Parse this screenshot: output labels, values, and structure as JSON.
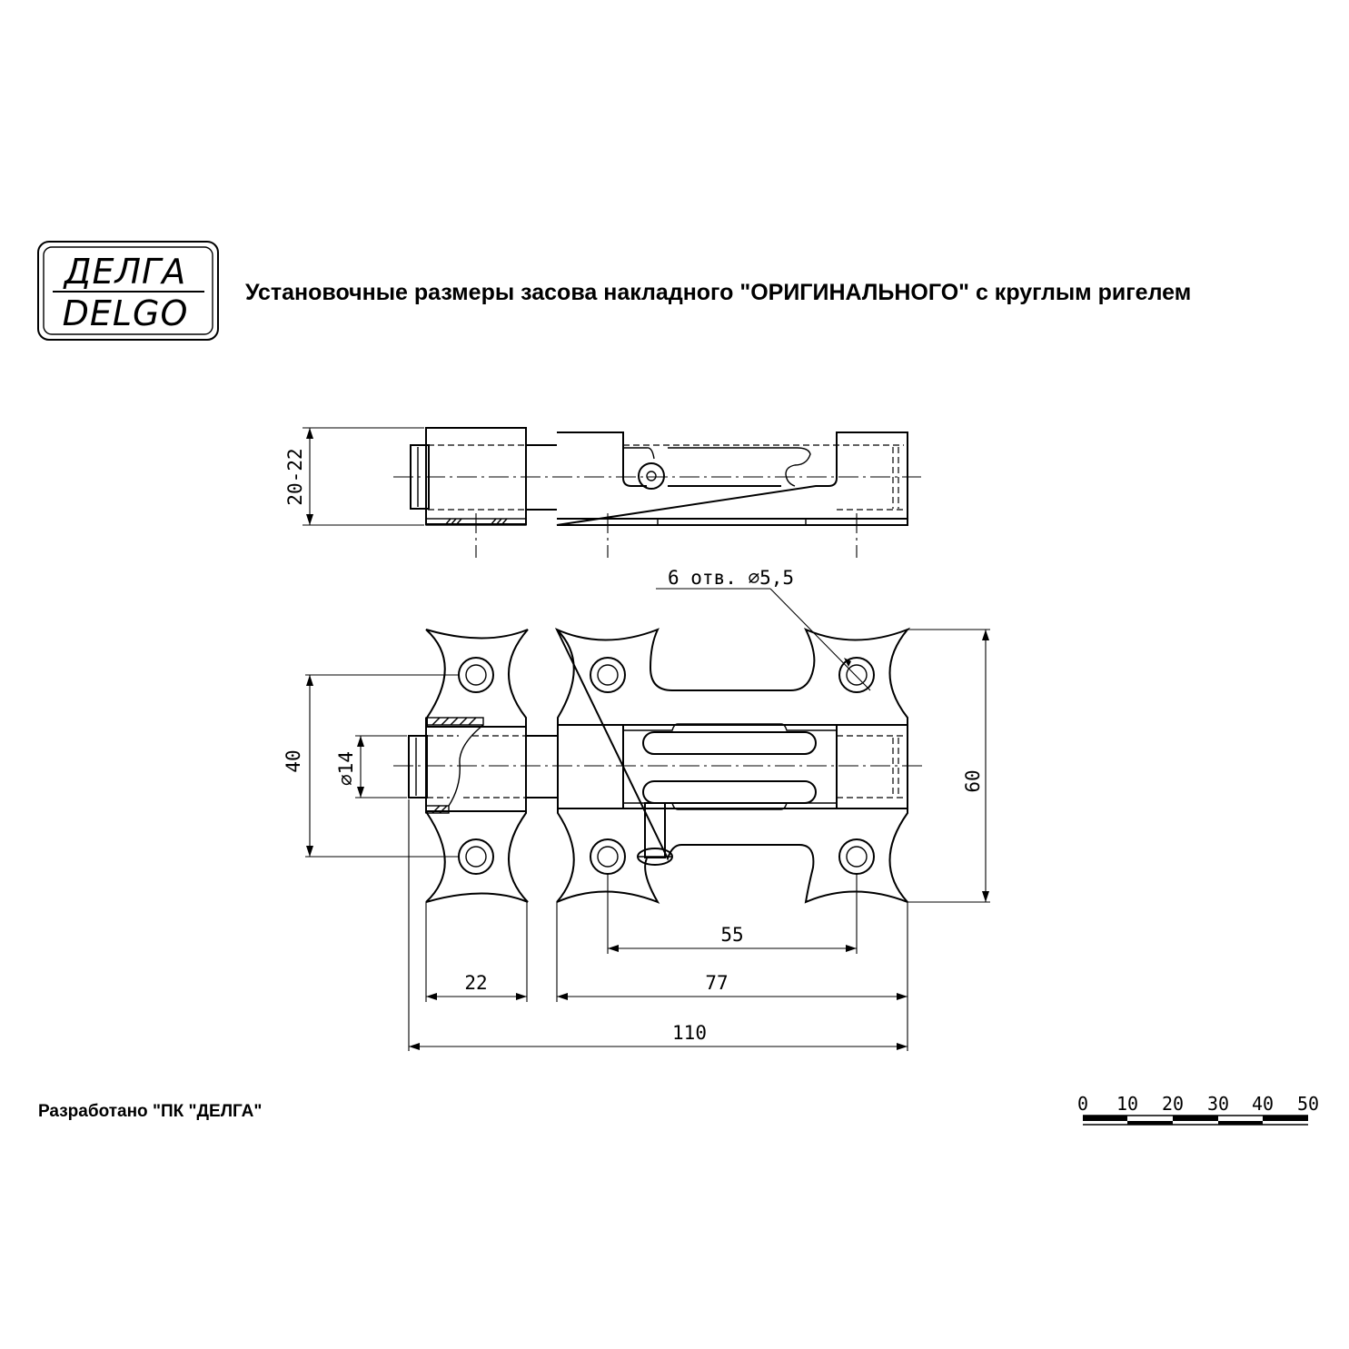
{
  "title": "Установочные размеры засова накладного \"ОРИГИНАЛЬНОГО\" с круглым ригелем",
  "footer": "Разработано \"ПК \"ДЕЛГА\"",
  "logo": {
    "line1": "ДЕЛГА",
    "line2": "DELGO"
  },
  "dimensions": {
    "height_top": "20-22",
    "holes": "6 отв. ⌀5,5",
    "d40": "40",
    "d14": "⌀14",
    "d60": "60",
    "d55": "55",
    "d22": "22",
    "d77": "77",
    "d110": "110"
  },
  "scale": {
    "labels": [
      "0",
      "10",
      "20",
      "30",
      "40",
      "50"
    ]
  }
}
